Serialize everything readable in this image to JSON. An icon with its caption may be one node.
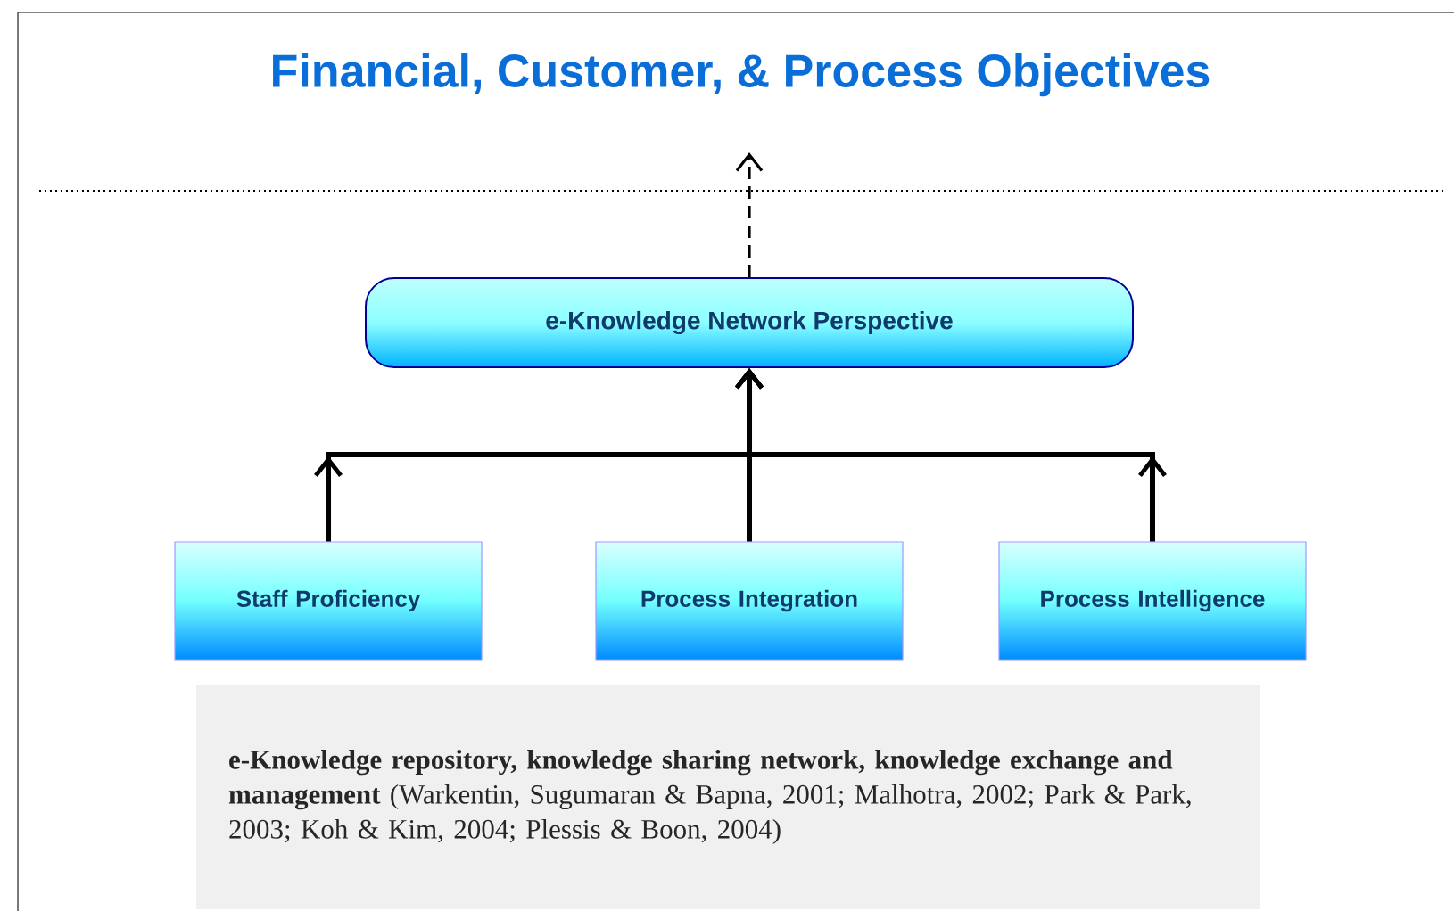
{
  "diagram": {
    "title": "Financial, Customer, & Process Objectives",
    "nodes": [
      {
        "text": [
          "e-Knowledge Network Perspective"
        ]
      },
      {
        "text": [
          "Staff Proficiency"
        ]
      },
      {
        "text": [
          "Process Integration"
        ]
      },
      {
        "text": [
          "Process Intelligence"
        ]
      },
      {
        "text": [
          "**e-Knowledge repository, knowledge sharing network, knowledge exchange and management** (Warkentin, Sugumaran & Bapna, 2001; Malhotra, 2002; Park & Park, 2003; Koh & Kim, 2004; Plessis & Boon, 2004)"
        ]
      }
    ],
    "edges": [
      {
        "from": 1,
        "to": 0,
        "arrow": "to"
      },
      {
        "from": 2,
        "to": 0,
        "arrow": "to"
      },
      {
        "from": 3,
        "to": 0,
        "arrow": "to"
      },
      {
        "from": 0,
        "to": null,
        "arrow": "to",
        "style": "dashed"
      }
    ]
  }
}
